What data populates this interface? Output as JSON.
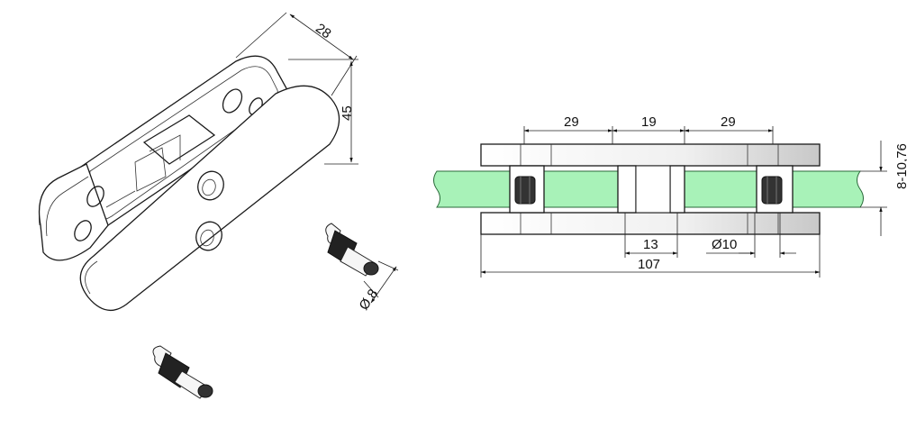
{
  "iso_view": {
    "dims": {
      "depth": "28",
      "height": "45",
      "pin_diameter": "Ø 8"
    }
  },
  "section_view": {
    "dims": {
      "left_spacing": "29",
      "center_spacing": "19",
      "right_spacing": "29",
      "glass_thickness": "8-10,76",
      "center_gap": "13",
      "hole_diameter": "Ø10",
      "overall_length": "107"
    },
    "colors": {
      "glass": "#a8f2b8",
      "gasket": "#333333"
    }
  }
}
